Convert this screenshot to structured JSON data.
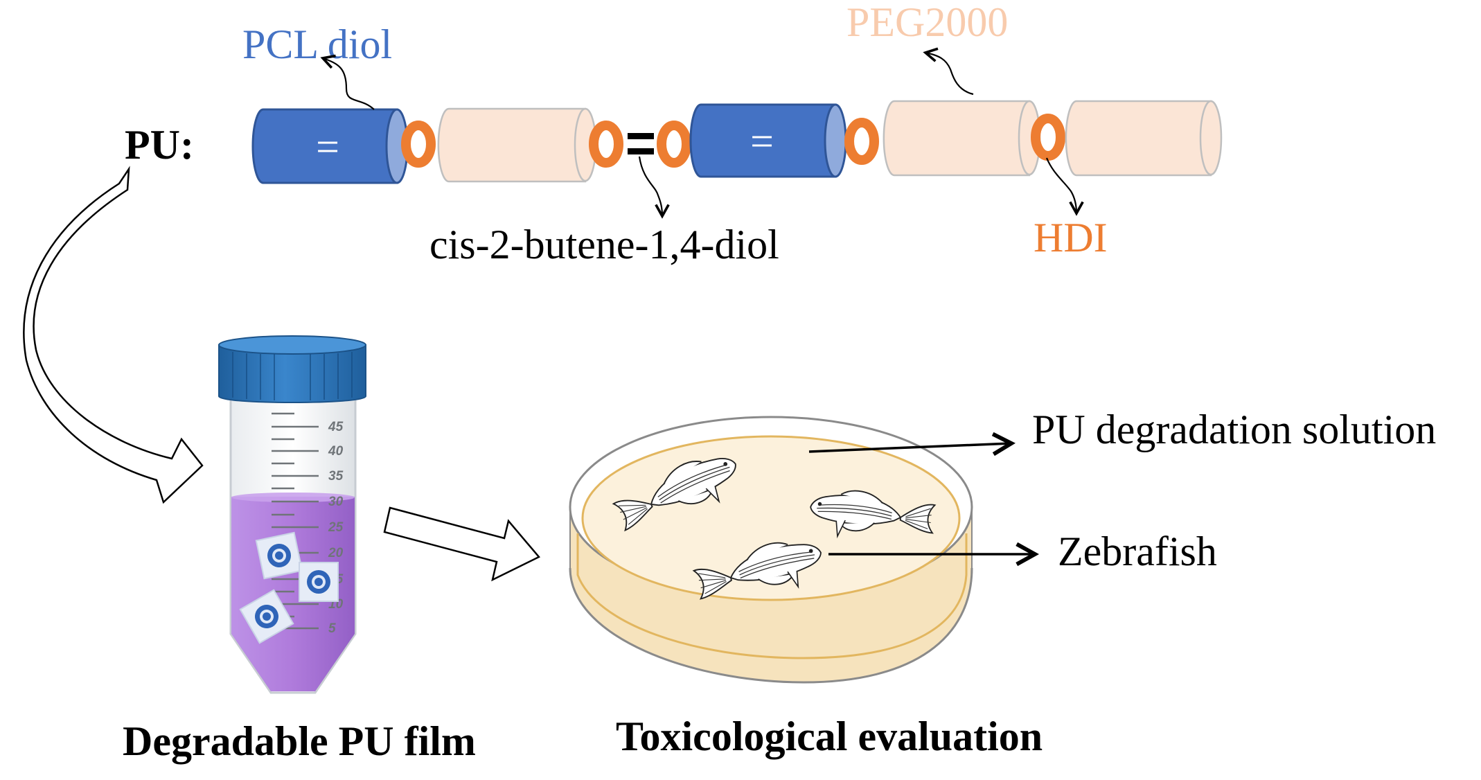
{
  "labels": {
    "pu": "PU:",
    "pcl_diol": "PCL diol",
    "peg2000": "PEG2000",
    "butene_diol": "cis-2-butene-1,4-diol",
    "hdi": "HDI",
    "pu_degradation_solution": "PU degradation solution",
    "zebrafish": "Zebrafish",
    "degradable_pu_film": "Degradable PU film",
    "toxicological_evaluation": "Toxicological evaluation",
    "double_bond_symbol": "=",
    "tube_scale": [
      "45",
      "40",
      "35",
      "30",
      "25",
      "20",
      "15",
      "10",
      "5"
    ]
  },
  "colors": {
    "pcl_blue": "#4472C4",
    "peg_peach": "#FBE5D6",
    "hdi_orange": "#ED7D31",
    "cap_blue": "#2E75B6",
    "solution_purple": "#A86FD8",
    "dish_medium": "#FCF1DC",
    "text_black": "#000000"
  },
  "icons": [
    "pcl-segment-icon",
    "peg-segment-icon",
    "hdi-ring-icon",
    "centrifuge-tube-icon",
    "petri-dish-icon",
    "zebrafish-icon",
    "flow-arrow-icon"
  ]
}
